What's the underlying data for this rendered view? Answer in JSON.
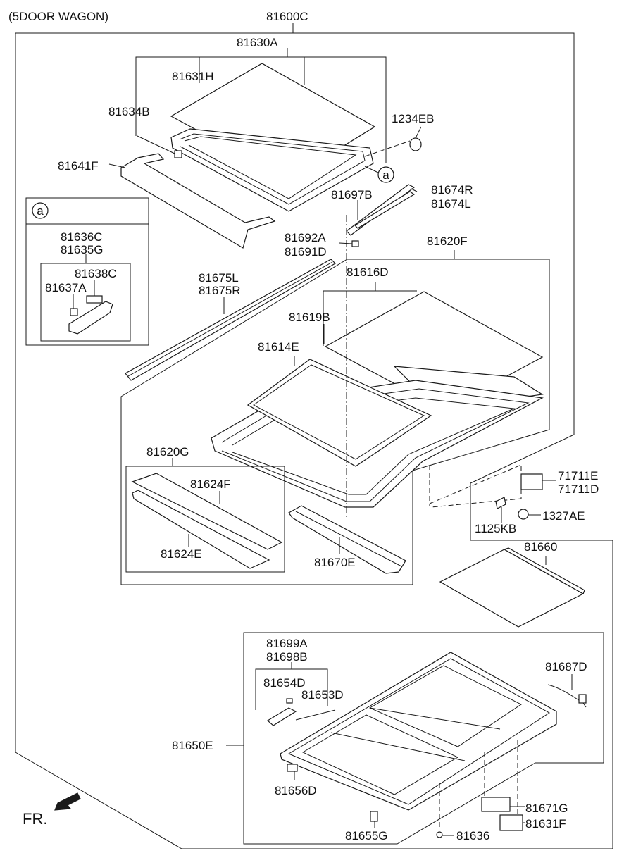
{
  "header": {
    "variant": "(5DOOR WAGON)",
    "assembly": "81600C"
  },
  "callout_marker": "a",
  "orientation": {
    "label": "FR."
  },
  "parts": {
    "p81630A": "81630A",
    "p81631H": "81631H",
    "p81634B": "81634B",
    "p1234EB": "1234EB",
    "p81641F": "81641F",
    "p81697B": "81697B",
    "p81674R": "81674R",
    "p81674L": "81674L",
    "p81692A": "81692A",
    "p81691D": "81691D",
    "p81620F": "81620F",
    "p81636C": "81636C",
    "p81635G": "81635G",
    "p81638C": "81638C",
    "p81637A": "81637A",
    "p81675L": "81675L",
    "p81675R": "81675R",
    "p81616D": "81616D",
    "p81619B": "81619B",
    "p81614E": "81614E",
    "p81620G": "81620G",
    "p81624F": "81624F",
    "p81624E": "81624E",
    "p81670E": "81670E",
    "p71711E": "71711E",
    "p71711D": "71711D",
    "p1125KB": "1125KB",
    "p1327AE": "1327AE",
    "p81660": "81660",
    "p81699A": "81699A",
    "p81698B": "81698B",
    "p81654D": "81654D",
    "p81653D": "81653D",
    "p81687D": "81687D",
    "p81650E": "81650E",
    "p81656D": "81656D",
    "p81671G": "81671G",
    "p81631F": "81631F",
    "p81655G": "81655G",
    "p81636": "81636"
  }
}
